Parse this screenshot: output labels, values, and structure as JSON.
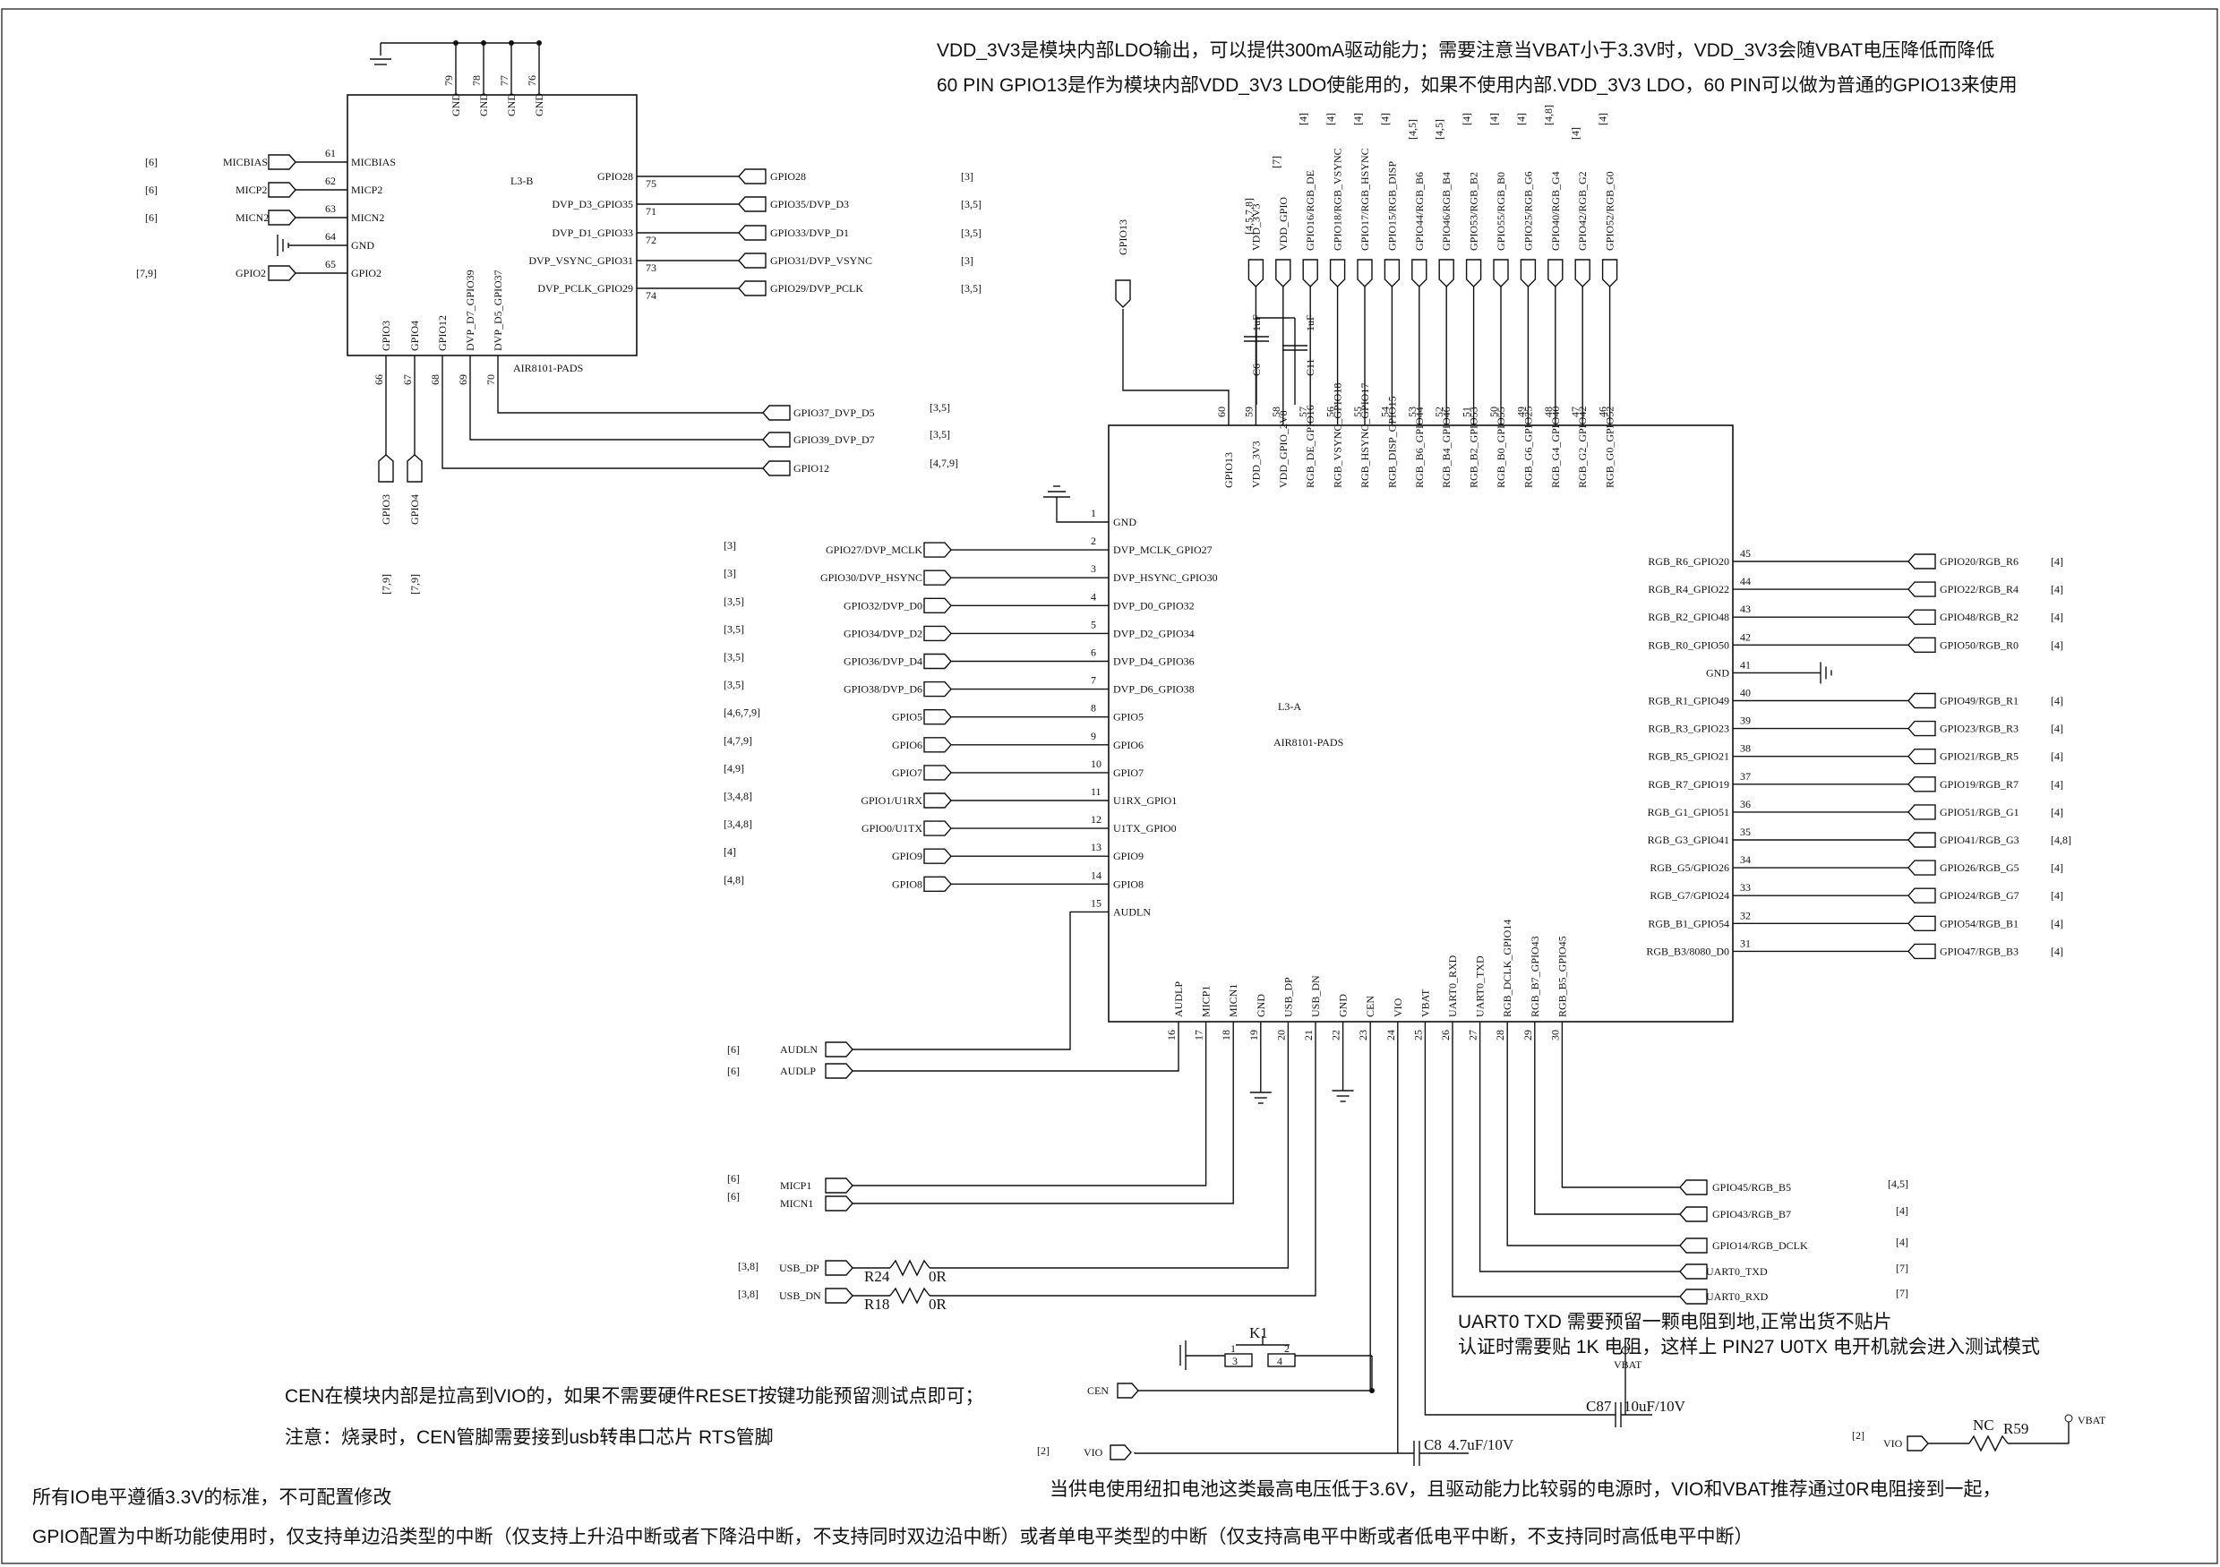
{
  "notes": {
    "vdd_3v3": "VDD_3V3是模块内部LDO输出，可以提供300mA驱动能力；需要注意当VBAT小于3.3V时，VDD_3V3会随VBAT电压降低而降低",
    "pin60": "60 PIN GPIO13是作为模块内部VDD_3V3  LDO使能用的，如果不使用内部.VDD_3V3  LDO，60 PIN可以做为普通的GPIO13来使用",
    "uart0_1": "UART0 TXD 需要预留一颗电阻到地,正常出货不贴片",
    "uart0_2": "认证时需要贴 1K 电阻，这样上 PIN27 U0TX 电开机就会进入测试模式",
    "cen_1": "CEN在模块内部是拉高到VIO的，如果不需要硬件RESET按键功能预留测试点即可；",
    "cen_2": "注意：烧录时，CEN管脚需要接到usb转串口芯片 RTS管脚",
    "io_level": "所有IO电平遵循3.3V的标准，不可配置修改",
    "coin_cell": "当供电使用纽扣电池这类最高电压低于3.6V，且驱动能力比较弱的电源时，VIO和VBAT推荐通过0R电阻接到一起，",
    "gpio_int": "GPIO配置为中断功能使用时，仅支持单边沿类型的中断（仅支持上升沿中断或者下降沿中断，不支持同时双边沿中断）或者单电平类型的中断（仅支持高电平中断或者低电平中断，不支持同时高低电平中断）"
  },
  "l3b": {
    "designator": "L3-B",
    "part": "AIR8101-PADS",
    "top_pins": [
      {
        "num": "79",
        "name": "GND"
      },
      {
        "num": "78",
        "name": "GND"
      },
      {
        "num": "77",
        "name": "GND"
      },
      {
        "num": "76",
        "name": "GND"
      }
    ],
    "left_pins": [
      {
        "num": "61",
        "name": "MICBIAS",
        "net": "MICBIAS",
        "ref": "[6]"
      },
      {
        "num": "62",
        "name": "MICP2",
        "net": "MICP2",
        "ref": "[6]"
      },
      {
        "num": "63",
        "name": "MICN2",
        "net": "MICN2",
        "ref": "[6]"
      },
      {
        "num": "64",
        "name": "GND",
        "net": "",
        "ref": ""
      },
      {
        "num": "65",
        "name": "GPIO2",
        "net": "GPIO2",
        "ref": "[7,9]"
      }
    ],
    "right_pins": [
      {
        "num": "75",
        "name": "GPIO28",
        "net": "GPIO28",
        "ref": "[3]"
      },
      {
        "num": "71",
        "name": "DVP_D3_GPIO35",
        "net": "GPIO35/DVP_D3",
        "ref": "[3,5]"
      },
      {
        "num": "72",
        "name": "DVP_D1_GPIO33",
        "net": "GPIO33/DVP_D1",
        "ref": "[3,5]"
      },
      {
        "num": "73",
        "name": "DVP_VSYNC_GPIO31",
        "net": "GPIO31/DVP_VSYNC",
        "ref": "[3]"
      },
      {
        "num": "74",
        "name": "DVP_PCLK_GPIO29",
        "net": "GPIO29/DVP_PCLK",
        "ref": "[3,5]"
      }
    ],
    "bottom_pins": [
      {
        "num": "66",
        "name": "GPIO3"
      },
      {
        "num": "67",
        "name": "GPIO4"
      },
      {
        "num": "68",
        "name": "GPIO12"
      },
      {
        "num": "69",
        "name": "DVP_D7_GPIO39"
      },
      {
        "num": "70",
        "name": "DVP_D5_GPIO37"
      }
    ],
    "bottom_nets": [
      {
        "net": "GPIO37_DVP_D5",
        "ref": "[3,5]"
      },
      {
        "net": "GPIO39_DVP_D7",
        "ref": "[3,5]"
      },
      {
        "net": "GPIO12",
        "ref": "[4,7,9]"
      }
    ],
    "down_ports": [
      {
        "net": "GPIO3",
        "ref": "[7,9]"
      },
      {
        "net": "GPIO4",
        "ref": "[7,9]"
      }
    ]
  },
  "l3a": {
    "designator": "L3-A",
    "part": "AIR8101-PADS",
    "left_pins": [
      {
        "num": "1",
        "name": "GND",
        "net": "",
        "ref": ""
      },
      {
        "num": "2",
        "name": "DVP_MCLK_GPIO27",
        "net": "GPIO27/DVP_MCLK",
        "ref": "[3]"
      },
      {
        "num": "3",
        "name": "DVP_HSYNC_GPIO30",
        "net": "GPIO30/DVP_HSYNC",
        "ref": "[3]"
      },
      {
        "num": "4",
        "name": "DVP_D0_GPIO32",
        "net": "GPIO32/DVP_D0",
        "ref": "[3,5]"
      },
      {
        "num": "5",
        "name": "DVP_D2_GPIO34",
        "net": "GPIO34/DVP_D2",
        "ref": "[3,5]"
      },
      {
        "num": "6",
        "name": "DVP_D4_GPIO36",
        "net": "GPIO36/DVP_D4",
        "ref": "[3,5]"
      },
      {
        "num": "7",
        "name": "DVP_D6_GPIO38",
        "net": "GPIO38/DVP_D6",
        "ref": "[3,5]"
      },
      {
        "num": "8",
        "name": "GPIO5",
        "net": "GPIO5",
        "ref": "[4,6,7,9]"
      },
      {
        "num": "9",
        "name": "GPIO6",
        "net": "GPIO6",
        "ref": "[4,7,9]"
      },
      {
        "num": "10",
        "name": "GPIO7",
        "net": "GPIO7",
        "ref": "[4,9]"
      },
      {
        "num": "11",
        "name": "U1RX_GPIO1",
        "net": "GPIO1/U1RX",
        "ref": "[3,4,8]"
      },
      {
        "num": "12",
        "name": "U1TX_GPIO0",
        "net": "GPIO0/U1TX",
        "ref": "[3,4,8]"
      },
      {
        "num": "13",
        "name": "GPIO9",
        "net": "GPIO9",
        "ref": "[4]"
      },
      {
        "num": "14",
        "name": "GPIO8",
        "net": "GPIO8",
        "ref": "[4,8]"
      },
      {
        "num": "15",
        "name": "AUDLN",
        "net": "",
        "ref": ""
      }
    ],
    "right_pins": [
      {
        "num": "45",
        "name": "RGB_R6_GPIO20",
        "net": "GPIO20/RGB_R6",
        "ref": "[4]"
      },
      {
        "num": "44",
        "name": "RGB_R4_GPIO22",
        "net": "GPIO22/RGB_R4",
        "ref": "[4]"
      },
      {
        "num": "43",
        "name": "RGB_R2_GPIO48",
        "net": "GPIO48/RGB_R2",
        "ref": "[4]"
      },
      {
        "num": "42",
        "name": "RGB_R0_GPIO50",
        "net": "GPIO50/RGB_R0",
        "ref": "[4]"
      },
      {
        "num": "41",
        "name": "GND",
        "net": "",
        "ref": ""
      },
      {
        "num": "40",
        "name": "RGB_R1_GPIO49",
        "net": "GPIO49/RGB_R1",
        "ref": "[4]"
      },
      {
        "num": "39",
        "name": "RGB_R3_GPIO23",
        "net": "GPIO23/RGB_R3",
        "ref": "[4]"
      },
      {
        "num": "38",
        "name": "RGB_R5_GPIO21",
        "net": "GPIO21/RGB_R5",
        "ref": "[4]"
      },
      {
        "num": "37",
        "name": "RGB_R7_GPIO19",
        "net": "GPIO19/RGB_R7",
        "ref": "[4]"
      },
      {
        "num": "36",
        "name": "RGB_G1_GPIO51",
        "net": "GPIO51/RGB_G1",
        "ref": "[4]"
      },
      {
        "num": "35",
        "name": "RGB_G3_GPIO41",
        "net": "GPIO41/RGB_G3",
        "ref": "[4,8]"
      },
      {
        "num": "34",
        "name": "RGB_G5/GPIO26",
        "net": "GPIO26/RGB_G5",
        "ref": "[4]"
      },
      {
        "num": "33",
        "name": "RGB_G7/GPIO24",
        "net": "GPIO24/RGB_G7",
        "ref": "[4]"
      },
      {
        "num": "32",
        "name": "RGB_B1_GPIO54",
        "net": "GPIO54/RGB_B1",
        "ref": "[4]"
      },
      {
        "num": "31",
        "name": "RGB_B3/8080_D0",
        "net": "GPIO47/RGB_B3",
        "ref": "[4]"
      }
    ],
    "top_pins": [
      {
        "num": "60",
        "name": "GPIO13",
        "net": "GPIO13",
        "ref": ""
      },
      {
        "num": "59",
        "name": "VDD_3V3",
        "net": "VDD_3V3",
        "ref": "[4,5,7,8]"
      },
      {
        "num": "58",
        "name": "VDD_GPIO_2V8",
        "net": "VDD_GPIO",
        "ref": "[7]"
      },
      {
        "num": "57",
        "name": "RGB_DE_GPIO16",
        "net": "GPIO16/RGB_DE",
        "ref": "[4]"
      },
      {
        "num": "56",
        "name": "RGB_VSYNC_GPIO18",
        "net": "GPIO18/RGB_VSYNC",
        "ref": "[4]"
      },
      {
        "num": "55",
        "name": "RGB_HSYNC_GPIO17",
        "net": "GPIO17/RGB_HSYNC",
        "ref": "[4]"
      },
      {
        "num": "54",
        "name": "RGB_DISP_GPIO15",
        "net": "GPIO15/RGB_DISP",
        "ref": "[4]"
      },
      {
        "num": "53",
        "name": "RGB_B6_GPIO44",
        "net": "GPIO44/RGB_B6",
        "ref": "[4,5]"
      },
      {
        "num": "52",
        "name": "RGB_B4_GPIO46",
        "net": "GPIO46/RGB_B4",
        "ref": "[4,5]"
      },
      {
        "num": "51",
        "name": "RGB_B2_GPIO53",
        "net": "GPIO53/RGB_B2",
        "ref": "[4]"
      },
      {
        "num": "50",
        "name": "RGB_B0_GPIO55",
        "net": "GPIO55/RGB_B0",
        "ref": "[4]"
      },
      {
        "num": "49",
        "name": "RGB_G6_GPIO25",
        "net": "GPIO25/RGB_G6",
        "ref": "[4]"
      },
      {
        "num": "48",
        "name": "RGB_G4_GPIO40",
        "net": "GPIO40/RGB_G4",
        "ref": "[4,8]"
      },
      {
        "num": "47",
        "name": "RGB_G2_GPIO42",
        "net": "GPIO42/RGB_G2",
        "ref": "[4]"
      },
      {
        "num": "46",
        "name": "RGB_G0_GPIO52",
        "net": "GPIO52/RGB_G0",
        "ref": "[4]"
      }
    ],
    "bottom_pins": [
      {
        "num": "16",
        "name": "AUDLP"
      },
      {
        "num": "17",
        "name": "MICP1"
      },
      {
        "num": "18",
        "name": "MICN1"
      },
      {
        "num": "19",
        "name": "GND"
      },
      {
        "num": "20",
        "name": "USB_DP"
      },
      {
        "num": "21",
        "name": "USB_DN"
      },
      {
        "num": "22",
        "name": "GND"
      },
      {
        "num": "23",
        "name": "CEN"
      },
      {
        "num": "24",
        "name": "VIO"
      },
      {
        "num": "25",
        "name": "VBAT"
      },
      {
        "num": "26",
        "name": "UART0_RXD"
      },
      {
        "num": "27",
        "name": "UART0_TXD"
      },
      {
        "num": "28",
        "name": "RGB_DCLK_GPIO14"
      },
      {
        "num": "29",
        "name": "RGB_B7_GPIO43"
      },
      {
        "num": "30",
        "name": "RGB_B5_GPIO45"
      }
    ]
  },
  "bottom_nets": {
    "audio": [
      {
        "net": "AUDLN",
        "ref": "[6]"
      },
      {
        "net": "AUDLP",
        "ref": "[6]"
      }
    ],
    "mic": [
      {
        "net": "MICP1",
        "ref": "[6]"
      },
      {
        "net": "MICN1",
        "ref": "[6]"
      }
    ],
    "usb": [
      {
        "net": "USB_DP",
        "ref": "[3,8]",
        "res": "R24",
        "val": "0R"
      },
      {
        "net": "USB_DN",
        "ref": "[3,8]",
        "res": "R18",
        "val": "0R"
      }
    ],
    "right": [
      {
        "net": "GPIO45/RGB_B5",
        "ref": "[4,5]"
      },
      {
        "net": "GPIO43/RGB_B7",
        "ref": "[4]"
      },
      {
        "net": "GPIO14/RGB_DCLK",
        "ref": "[4]"
      },
      {
        "net": "UART0_TXD",
        "ref": "[7]"
      },
      {
        "net": "UART0_RXD",
        "ref": "[7]"
      }
    ]
  },
  "components": {
    "c6": {
      "ref": "C6",
      "val": "1uF"
    },
    "c11": {
      "ref": "C11",
      "val": "1uF"
    },
    "k1": {
      "ref": "K1",
      "pins": [
        "1",
        "2",
        "3",
        "4"
      ]
    },
    "c87": {
      "ref": "C87",
      "val": "10uF/10V",
      "net": "VBAT"
    },
    "c8": {
      "ref": "C8",
      "val": "4.7uF/10V"
    },
    "r59": {
      "ref": "R59",
      "val": "NC",
      "left_net": "VIO",
      "left_ref": "[2]",
      "right_net": "VBAT"
    },
    "cen_port": {
      "net": "CEN"
    },
    "vio_port": {
      "net": "VIO",
      "ref": "[2]"
    }
  }
}
